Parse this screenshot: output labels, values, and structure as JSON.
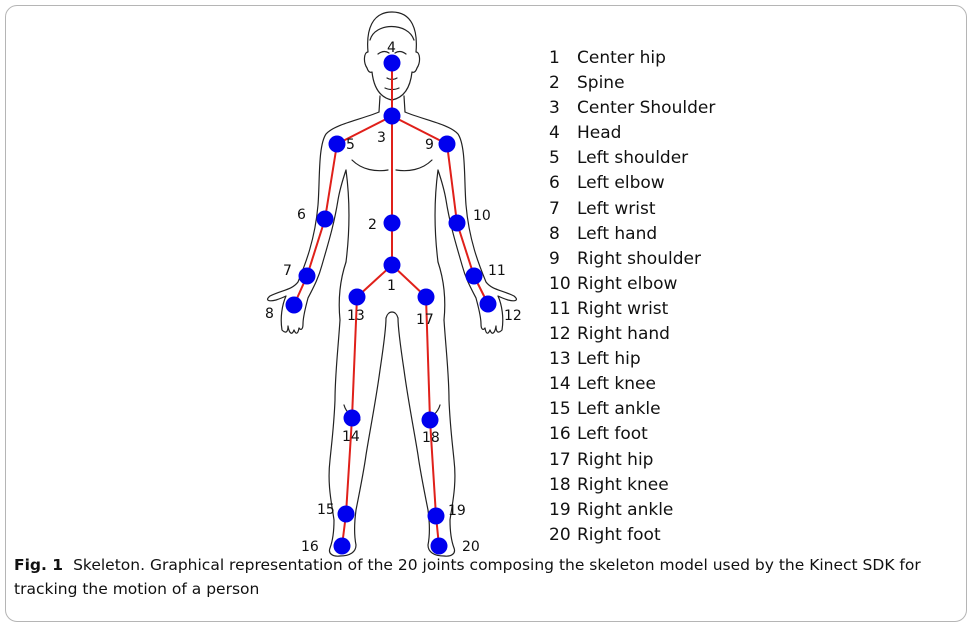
{
  "figure": {
    "label": "Fig. 1",
    "caption": "Skeleton. Graphical representation of the 20 joints composing the skeleton model used by the Kinect SDK for tracking the motion of a person"
  },
  "joints": [
    {
      "id": "1",
      "name": "Center hip"
    },
    {
      "id": "2",
      "name": "Spine"
    },
    {
      "id": "3",
      "name": "Center Shoulder"
    },
    {
      "id": "4",
      "name": "Head"
    },
    {
      "id": "5",
      "name": "Left shoulder"
    },
    {
      "id": "6",
      "name": "Left elbow"
    },
    {
      "id": "7",
      "name": "Left wrist"
    },
    {
      "id": "8",
      "name": "Left hand"
    },
    {
      "id": "9",
      "name": "Right shoulder"
    },
    {
      "id": "10",
      "name": "Right elbow"
    },
    {
      "id": "11",
      "name": "Right wrist"
    },
    {
      "id": "12",
      "name": "Right hand"
    },
    {
      "id": "13",
      "name": "Left hip"
    },
    {
      "id": "14",
      "name": "Left knee"
    },
    {
      "id": "15",
      "name": "Left ankle"
    },
    {
      "id": "16",
      "name": "Left foot"
    },
    {
      "id": "17",
      "name": "Right hip"
    },
    {
      "id": "18",
      "name": "Right knee"
    },
    {
      "id": "19",
      "name": "Right ankle"
    },
    {
      "id": "20",
      "name": "Right foot"
    }
  ],
  "colors": {
    "joint": "#0000ee",
    "bone": "#e0201a",
    "outline": "#222222"
  }
}
